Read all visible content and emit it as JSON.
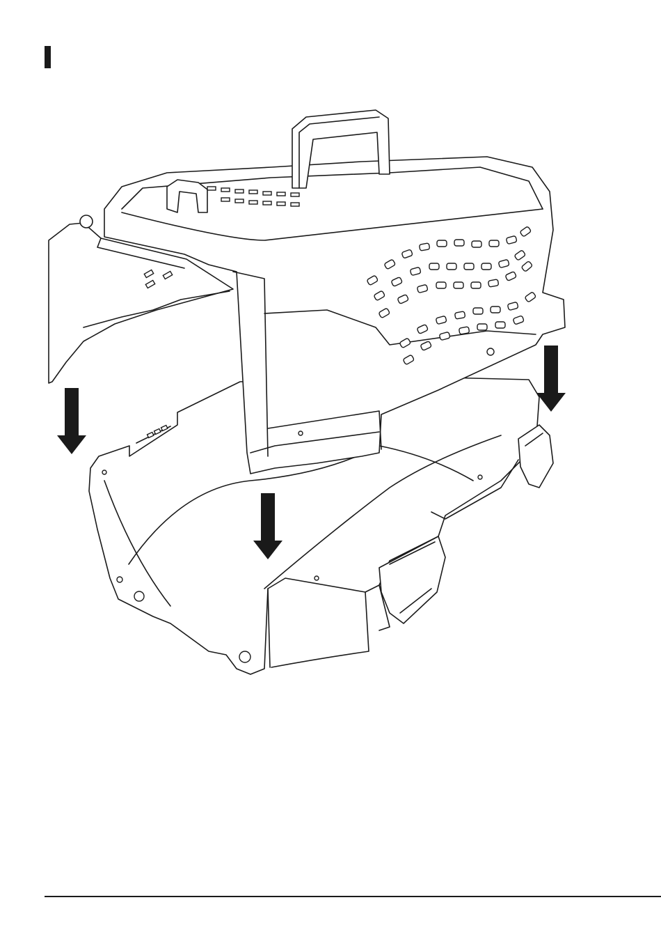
{
  "document": {
    "step_number": "",
    "illustration": {
      "subject": "pet-carrier-assembly",
      "parts": [
        "carrier-top-shell",
        "carrier-bottom-base",
        "wire-door"
      ],
      "arrow_count": 3,
      "arrow_direction": "down"
    }
  },
  "colors": {
    "ink": "#1a1a1a",
    "paper": "#ffffff"
  }
}
